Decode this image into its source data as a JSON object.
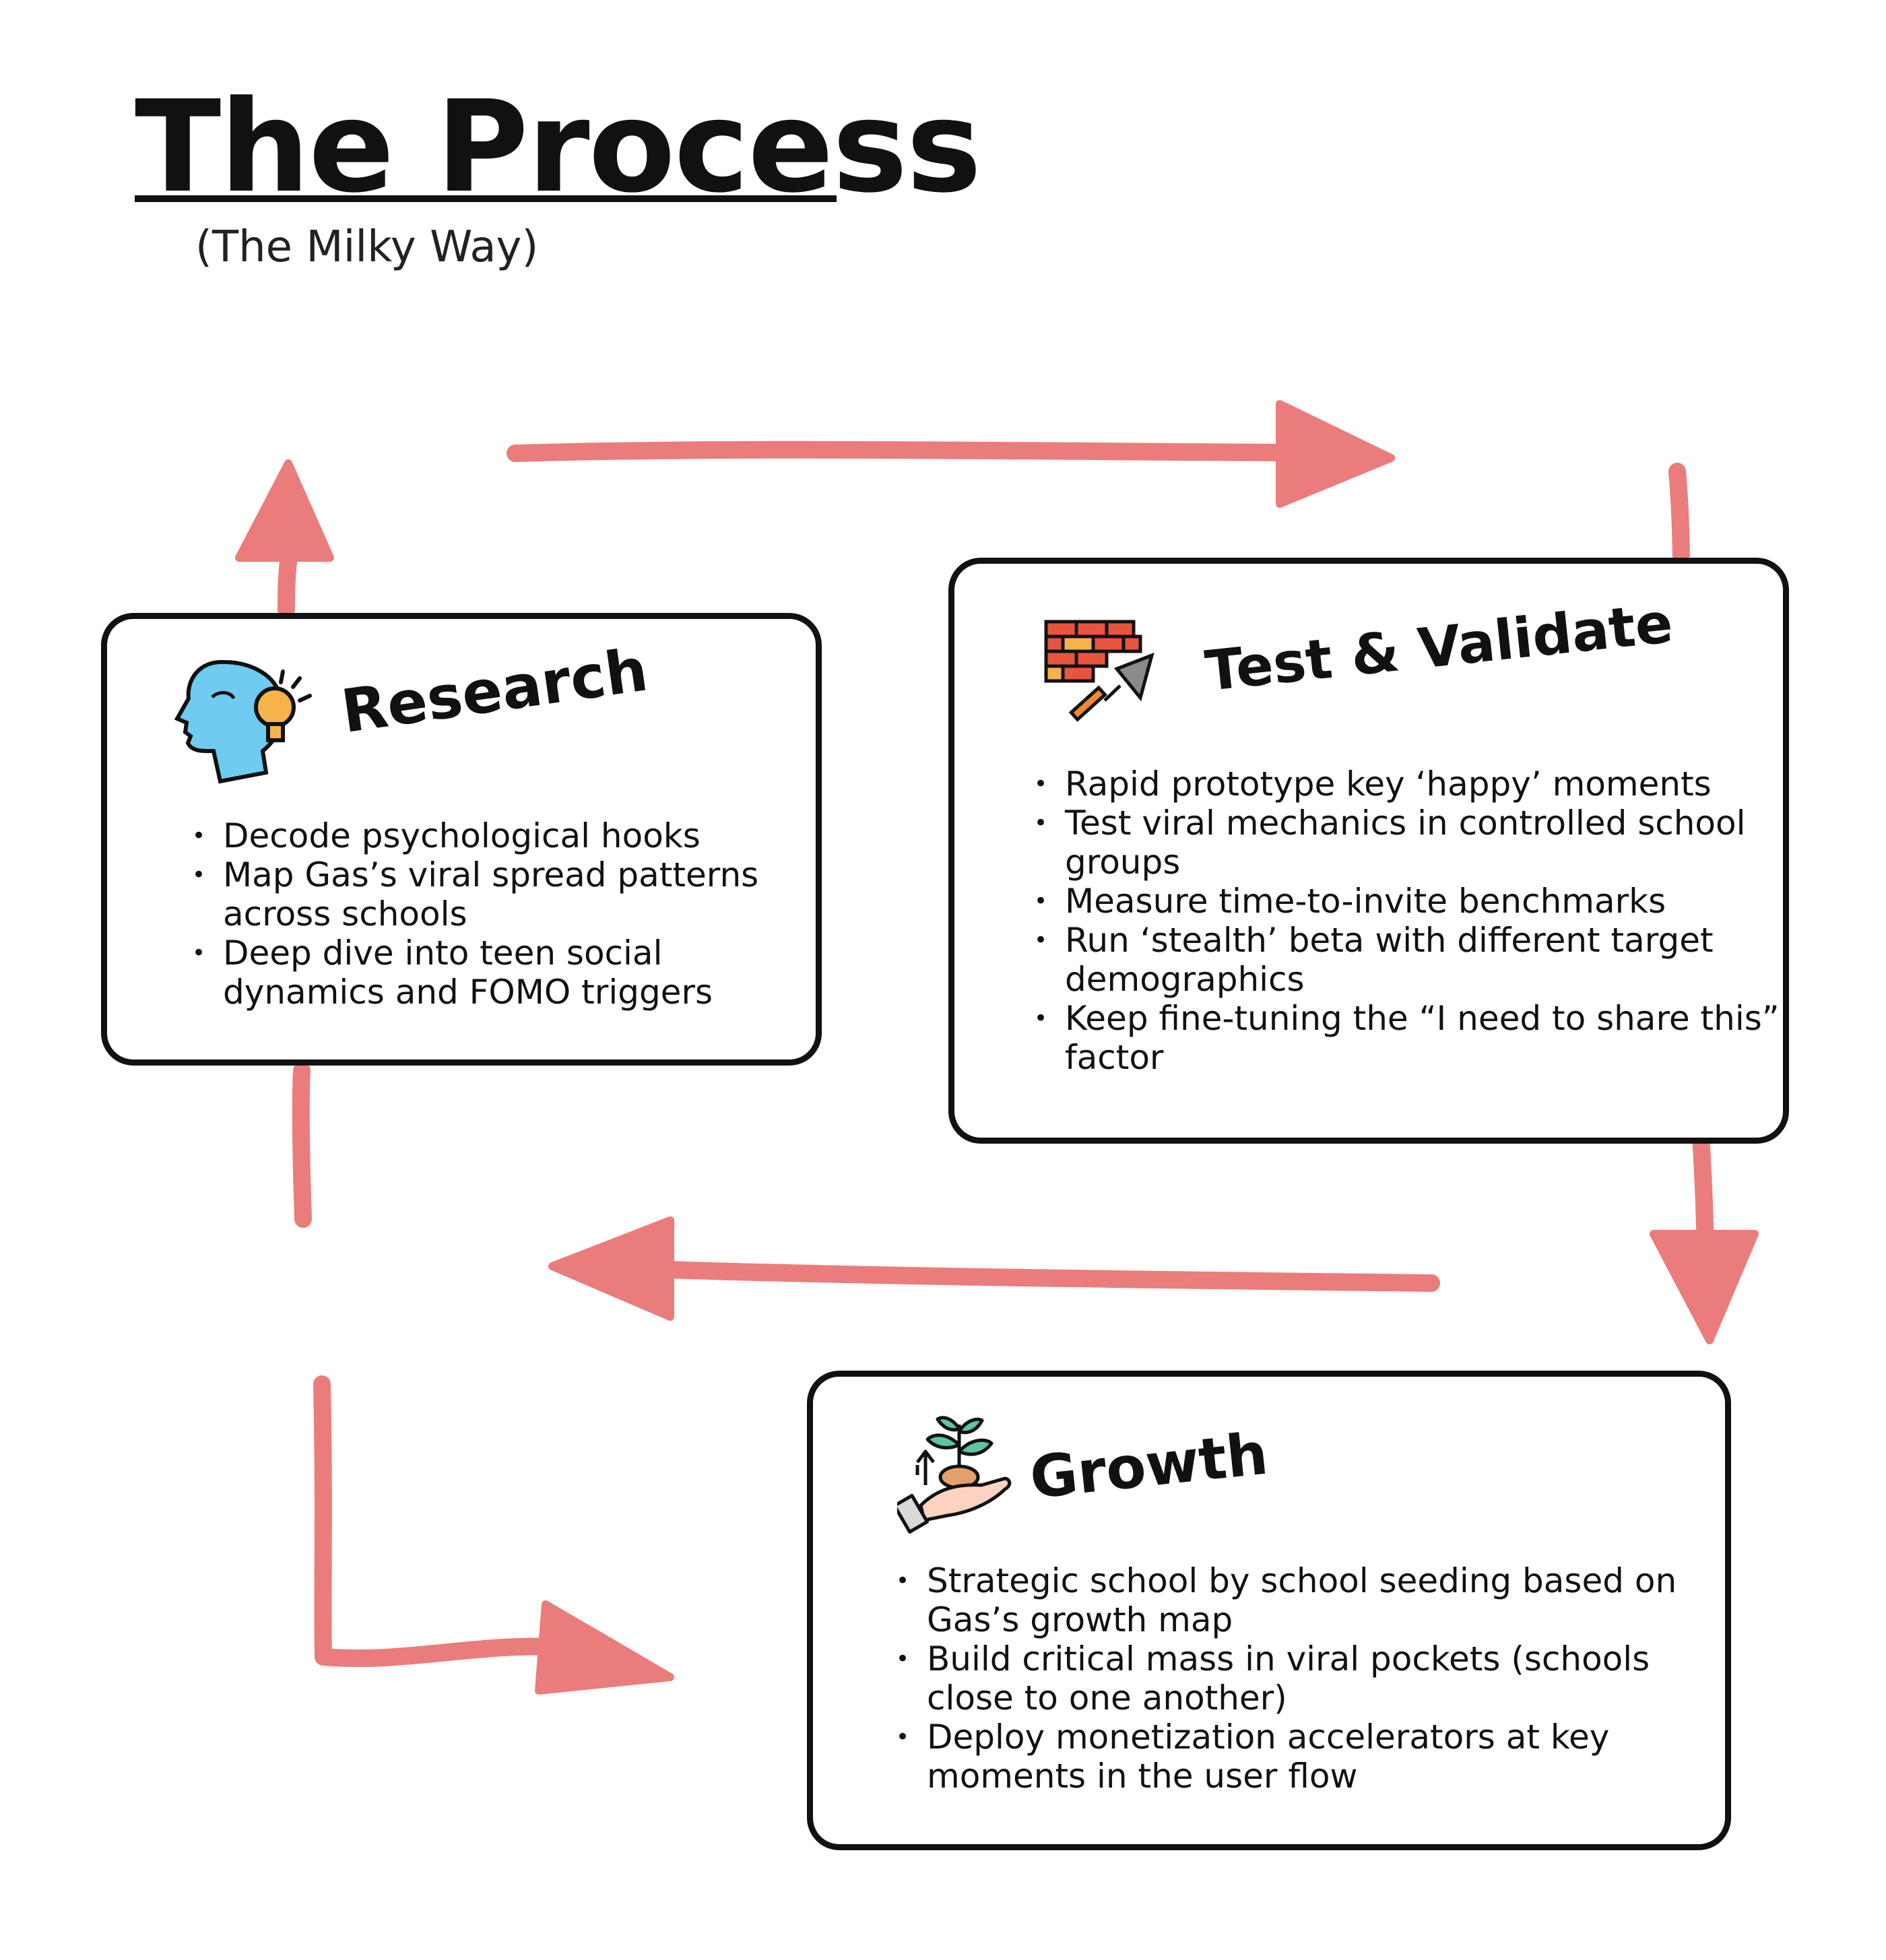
{
  "header": {
    "title": "The Process",
    "subtitle": "(The Milky Way)"
  },
  "accent_color": "#EB7C7C",
  "cards": {
    "research": {
      "title": "Research",
      "icon": "head-lightbulb-icon",
      "bullets": [
        "Decode psychological hooks",
        "Map Gas’s viral spread patterns across schools",
        "Deep dive into teen social dynamics and FOMO triggers"
      ]
    },
    "test_validate": {
      "title": "Test & Validate",
      "icon": "brick-wall-trowel-icon",
      "bullets": [
        "Rapid prototype key ‘happy’ moments",
        "Test viral mechanics in controlled school groups",
        "Measure time-to-invite benchmarks",
        "Run ‘stealth’ beta with different target demographics",
        "Keep fine-tuning the “I need to share this” factor"
      ]
    },
    "growth": {
      "title": "Growth",
      "icon": "hand-plant-growth-icon",
      "bullets": [
        "Strategic school by school seeding based on Gas’s growth map",
        "Build critical mass in viral pockets (schools close to one another)",
        "Deploy monetization accelerators at key moments in the user flow"
      ]
    }
  }
}
